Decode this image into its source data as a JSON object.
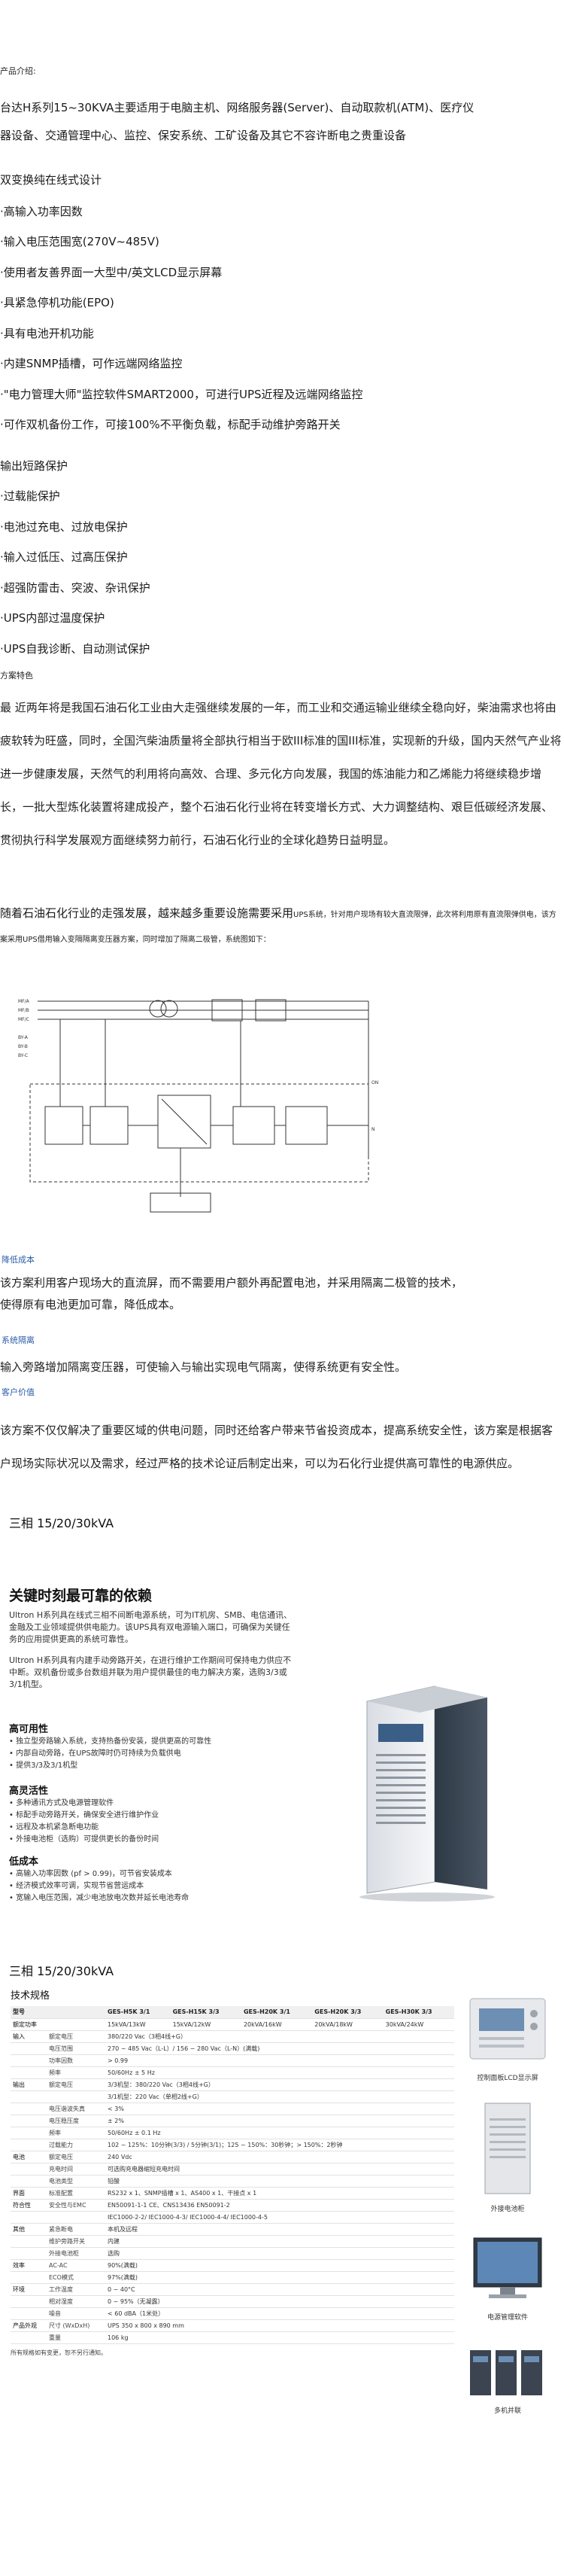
{
  "intro": {
    "label": "产品介绍:",
    "line1": "台达H系列15~30KVA主要适用于电脑主机、网络服务器(Server)、自动取款机(ATM)、医疗仪",
    "line2": "器设备、交通管理中心、监控、保安系统、工矿设备及其它不容许断电之贵重设备"
  },
  "features_heading": "双变换纯在线式设计",
  "features": [
    "·高输入功率因数",
    "·输入电压范围宽(270V~485V)",
    "·使用者友善界面一大型中/英文LCD显示屏幕",
    "·具紧急停机功能(EPO)",
    "·具有电池开机功能",
    "·内建SNMP插槽，可作远端网络监控",
    "·\"电力管理大师\"监控软件SMART2000，可进行UPS近程及远端网络监控",
    "·可作双机备份工作，可接100%不平衡负载，标配手动维护旁路开关"
  ],
  "protection_heading": "输出短路保护",
  "protections": [
    "·过载能保护",
    "·电池过充电、过放电保护",
    "·输入过低压、过高压保护",
    "·超强防雷击、突波、杂讯保护",
    "·UPS内部过温度保护",
    "·UPS自我诊断、自动测试保护"
  ],
  "scheme_label": "方案特色",
  "scheme_para": "最 近两年将是我国石油石化工业由大走强继续发展的一年，而工业和交通运输业继续全稳向好，柴油需求也将由疲软转为旺盛，同时，全国汽柴油质量将全部执行相当于欧III标准的国III标准，实现新的升级，国内天然气产业将进一步健康发展，天然气的利用将向高效、合理、多元化方向发展，我国的炼油能力和乙烯能力将继续稳步增长，一批大型炼化装置将建成投产，整个石油石化行业将在转变增长方式、大力调整结构、艰巨低碳经济发展、贯彻执行科学发展观方面继续努力前行，石油石化行业的全球化趋势日益明显。",
  "scheme_para2_big": "随着石油石化行业的走强发展，越来越多重要设施需要采用",
  "scheme_para2_small": "UPS系统，针对用户现场有较大直流限弹，此次将利用原有直流限弹供电，该方案采用UPS借用输入变隔隔离变压器方案，同时增加了隔离二极管，系统图如下：",
  "schematic": {
    "labels": [
      "MF/A",
      "MF/B",
      "MF/C",
      "BY-A",
      "BY-B",
      "BY-C",
      "ON",
      "N"
    ]
  },
  "point1_label": "降低成本",
  "point1_text_l1": "该方案利用客户现场大的直流屏，而不需要用户额外再配置电池，并采用隔离二极管的技术，",
  "point1_text_l2": "使得原有电池更加可靠，降低成本。",
  "point2_label": "系统隔离",
  "point2_text": "输入旁路增加隔离变压器，可使输入与输出实现电气隔离，使得系统更有安全性。",
  "point3_label": "客户价值",
  "point3_para": "    该方案不仅仅解决了重要区域的供电问题，同时还给客户带来节省投资成本，提高系统安全性，该方案是根据客户现场实际状况以及需求，经过严格的技术论证后制定出来，可以为石化行业提供高可靠性的电源供应。",
  "product_title_1": "三相 15/20/30kVA",
  "card": {
    "headline": "关键时刻最可靠的依赖",
    "lead1": "Ultron H系列具在线式三相不间断电源系统，可为IT机房、SMB、电信通讯、金融及工业领域提供供电能力。该UPS具有双电源输入端口，可确保为关键任务的应用提供更高的系统可靠性。",
    "lead2": "Ultron H系列具有内建手动旁路开关，在进行维护工作期间可保持电力供应不中断。双机备份或多台数组并联为用户提供最佳的电力解决方案，选购3/3或3/1机型。",
    "h1": "高可用性",
    "b1": [
      "• 独立型旁路输入系统，支持热备份安装，提供更高的可靠性",
      "• 内部自动旁路，在UPS故障时仍可持续为负载供电",
      "• 提供3/3及3/1机型"
    ],
    "h2": "高灵活性",
    "b2": [
      "• 多种通讯方式及电源管理软件",
      "• 标配手动旁路开关，确保安全进行维护作业",
      "• 远程及本机紧急断电功能",
      "• 外接电池柜（选购）可提供更长的备份时间"
    ],
    "h3": "低成本",
    "b3": [
      "• 高输入功率因数 (pf > 0.99)，可节省安装成本",
      "• 经济模式效率可调，实现节省营运成本",
      "• 宽输入电压范围，减少电池放电次数并延长电池寿命"
    ]
  },
  "product_title_2": "三相 15/20/30kVA",
  "spec": {
    "title": "技术规格",
    "header": [
      "型号",
      "",
      "GES-H5K 3/1",
      "GES-H15K 3/3",
      "GES-H20K 3/1",
      "GES-H20K 3/3",
      "GES-H30K 3/3"
    ],
    "rows": [
      [
        "额定功率",
        "",
        "15kVA/13kW",
        "15kVA/12kW",
        "20kVA/16kW",
        "20kVA/18kW",
        "30kVA/24kW"
      ],
      [
        "输入",
        "额定电压",
        "380/220 Vac（3相4线+G）",
        "",
        "",
        "",
        ""
      ],
      [
        "",
        "电压范围",
        "270 ~ 485 Vac（L-L）/ 156 ~ 280 Vac（L-N）(满载)",
        "",
        "",
        "",
        ""
      ],
      [
        "",
        "功率因数",
        "> 0.99",
        "",
        "",
        "",
        ""
      ],
      [
        "",
        "频率",
        "50/60Hz ± 5 Hz",
        "",
        "",
        "",
        ""
      ],
      [
        "输出",
        "额定电压",
        "3/3机型：380/220 Vac（3相4线+G）",
        "",
        "",
        "",
        ""
      ],
      [
        "",
        "",
        "3/1机型：220 Vac（单相2线+G）",
        "",
        "",
        "",
        ""
      ],
      [
        "",
        "电压谐波失真",
        "< 3%",
        "",
        "",
        "",
        ""
      ],
      [
        "",
        "电压稳压度",
        "± 2%",
        "",
        "",
        "",
        ""
      ],
      [
        "",
        "频率",
        "50/60Hz ± 0.1 Hz",
        "",
        "",
        "",
        ""
      ],
      [
        "",
        "过载能力",
        "102 ~ 125%：10分钟(3/3) / 5分钟(3/1)；125 ~ 150%：30秒钟；> 150%：2秒钟",
        "",
        "",
        "",
        ""
      ],
      [
        "电池",
        "额定电压",
        "240 Vdc",
        "",
        "",
        "",
        ""
      ],
      [
        "",
        "充电时间",
        "可选购充电器缩短充电时间",
        "",
        "",
        "",
        ""
      ],
      [
        "",
        "电池类型",
        "铅酸",
        "",
        "",
        "",
        ""
      ],
      [
        "界面",
        "标准配置",
        "RS232 x 1、SNMP插槽 x 1、AS400 x 1、干接点 x 1",
        "",
        "",
        "",
        ""
      ],
      [
        "符合性",
        "安全性与EMC",
        "EN50091-1-1 CE、CNS13436 EN50091-2",
        "",
        "",
        "",
        ""
      ],
      [
        "",
        "",
        "IEC1000-2-2/ IEC1000-4-3/ IEC1000-4-4/ IEC1000-4-5",
        "",
        "",
        "",
        ""
      ],
      [
        "其他",
        "紧急断电",
        "本机及远程",
        "",
        "",
        "",
        ""
      ],
      [
        "",
        "维护旁路开关",
        "内建",
        "",
        "",
        "",
        ""
      ],
      [
        "",
        "外接电池柜",
        "选购",
        "",
        "",
        "",
        ""
      ],
      [
        "效率",
        "AC-AC",
        "90%(满载)",
        "",
        "",
        "",
        ""
      ],
      [
        "",
        "ECO模式",
        "97%(满载)",
        "",
        "",
        "",
        ""
      ],
      [
        "环境",
        "工作温度",
        "0 ~ 40°C",
        "",
        "",
        "",
        ""
      ],
      [
        "",
        "相对湿度",
        "0 ~ 95%（无凝露）",
        "",
        "",
        "",
        ""
      ],
      [
        "",
        "噪音",
        "< 60 dBA（1米处）",
        "",
        "",
        "",
        ""
      ],
      [
        "产品外观",
        "尺寸 (WxDxH)",
        "UPS   350 x 800 x 890 mm",
        "",
        "",
        "",
        ""
      ],
      [
        "",
        "重量",
        "106 kg",
        "",
        "",
        "",
        ""
      ]
    ],
    "footnote": "所有规格如有变更，恕不另行通知。"
  },
  "side_photos": [
    {
      "caption": "控制面板LCD显示屏"
    },
    {
      "caption": "外接电池柜"
    },
    {
      "caption": "电源管理软件"
    },
    {
      "caption": "多机并联"
    }
  ]
}
